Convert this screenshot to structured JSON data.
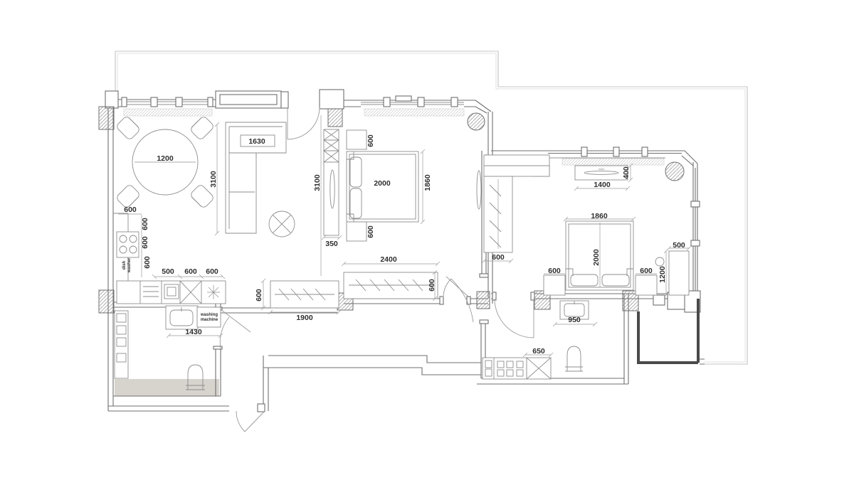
{
  "drawing": {
    "kind": "apartment furniture floor plan",
    "colors": {
      "background": "#ffffff",
      "wall_line": "#6f6f6f",
      "detail_line": "#8d8d8d",
      "dim_line": "#9b9b9b",
      "terrace_line": "#c4c4c4",
      "hatch": "#8f8f8f",
      "dim_text": "#2e2e2e",
      "floor_shade": "#d7d3cd"
    }
  },
  "labels": {
    "table_1200": "1200",
    "sofa_1630": "1630",
    "sofa_3100": "3100",
    "tvwall_3100": "3100",
    "tv_350": "350",
    "kit_600_top": "600",
    "kit_600_a": "600",
    "kit_600_b": "600",
    "kit_600_c": "600",
    "kit_500": "500",
    "kit_600_d": "600",
    "kit_600_e": "600",
    "vanity_1430": "1430",
    "b1_ns_top_600": "600",
    "b1_bed_2000": "2000",
    "b1_bed_1860": "1860",
    "b1_ns_bot_600": "600",
    "b1_closet_2400": "2400",
    "b1_closet_600": "600",
    "b1_closet2_1900": "1900",
    "b1_closet2_600": "600",
    "bath2_950": "950",
    "bath2_650": "650",
    "b2_ward_600": "600",
    "b2_desk_1400": "1400",
    "b2_desk_400": "400",
    "b2_bed_1860": "1860",
    "b2_bed_2000": "2000",
    "b2_ns_l_600": "600",
    "b2_ns_r_600": "600",
    "b2_ward2_500": "500",
    "b2_ward2_1200": "1200"
  },
  "appliance_labels": {
    "washing_machine": "washing machine",
    "dishwasher": "dish washer"
  }
}
